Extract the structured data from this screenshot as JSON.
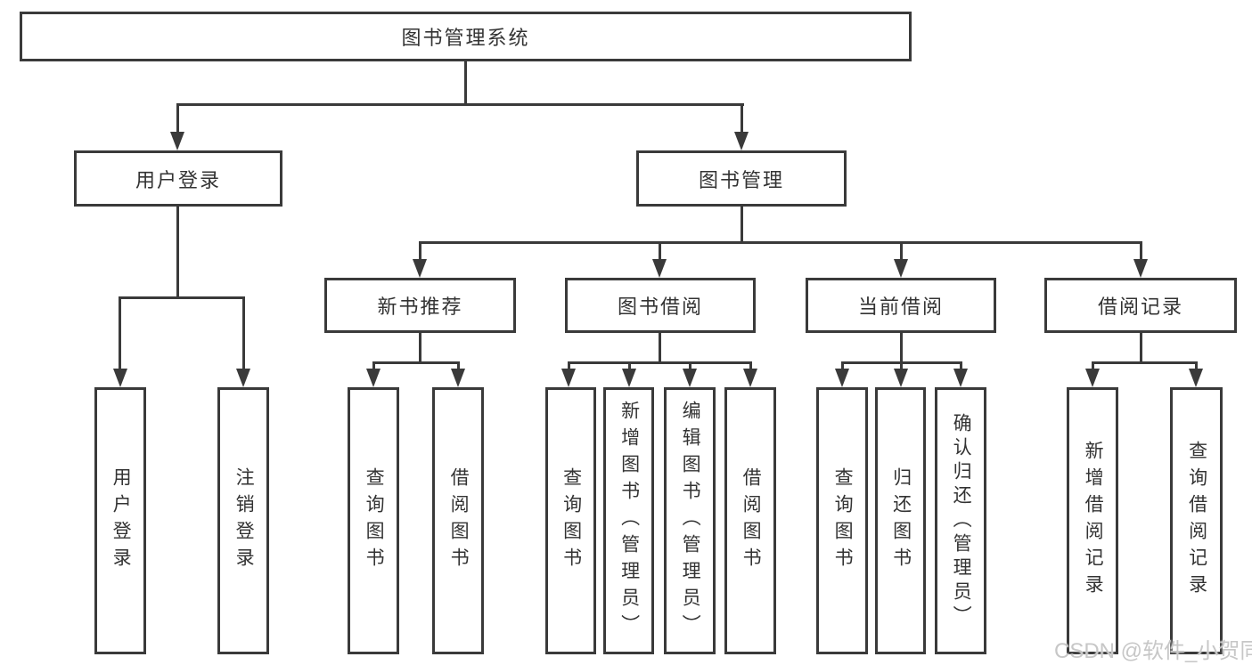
{
  "tree": {
    "root": {
      "label": "图书管理系统"
    },
    "children": [
      {
        "label": "用户登录",
        "children": [
          {
            "label": "用户登录"
          },
          {
            "label": "注销登录"
          }
        ]
      },
      {
        "label": "图书管理",
        "children": [
          {
            "label": "新书推荐",
            "children": [
              {
                "label": "查询图书"
              },
              {
                "label": "借阅图书"
              }
            ]
          },
          {
            "label": "图书借阅",
            "children": [
              {
                "label": "查询图书"
              },
              {
                "label": "新增图书（管理员）"
              },
              {
                "label": "编辑图书（管理员）"
              },
              {
                "label": "借阅图书"
              }
            ]
          },
          {
            "label": "当前借阅",
            "children": [
              {
                "label": "查询图书"
              },
              {
                "label": "归还图书"
              },
              {
                "label": "确认归还（管理员）"
              }
            ]
          },
          {
            "label": "借阅记录",
            "children": [
              {
                "label": "新增借阅记录"
              },
              {
                "label": "查询借阅记录"
              }
            ]
          }
        ]
      }
    ]
  },
  "watermark": {
    "text": "CSDN @软件_小贺同学"
  },
  "colors": {
    "line": "#3a3a3a",
    "text": "#333333",
    "watermark": "#c7c7c7",
    "background": "#ffffff"
  }
}
